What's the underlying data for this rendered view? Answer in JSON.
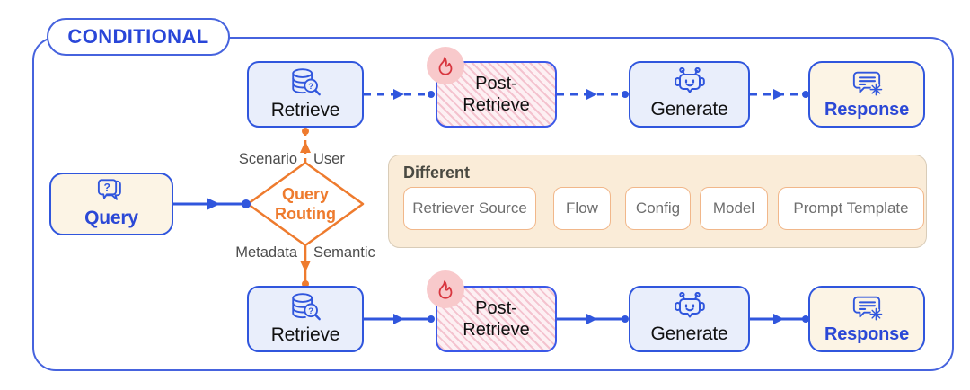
{
  "diagram": {
    "frame_label": "CONDITIONAL",
    "query": {
      "label": "Query"
    },
    "router": {
      "line1": "Query",
      "line2": "Routing"
    },
    "branches": {
      "scenario": "Scenario",
      "user": "User",
      "metadata": "Metadata",
      "semantic": "Semantic"
    },
    "steps": {
      "retrieve": "Retrieve",
      "post_retrieve_line1": "Post-",
      "post_retrieve_line2": "Retrieve",
      "generate": "Generate",
      "response": "Response"
    },
    "different": {
      "title": "Different",
      "options": [
        "Retriever Source",
        "Flow",
        "Config",
        "Model",
        "Prompt Template"
      ]
    },
    "colors": {
      "blue": "#3056dd",
      "orange": "#ee7b2e",
      "cream": "#fcf4e5",
      "lavender": "#e9eefb",
      "panel_bg": "#faecd8",
      "stripe_pink": "#f4c3cf",
      "fire_red": "#d8363f",
      "badge_pink": "#f8c9cb"
    }
  }
}
